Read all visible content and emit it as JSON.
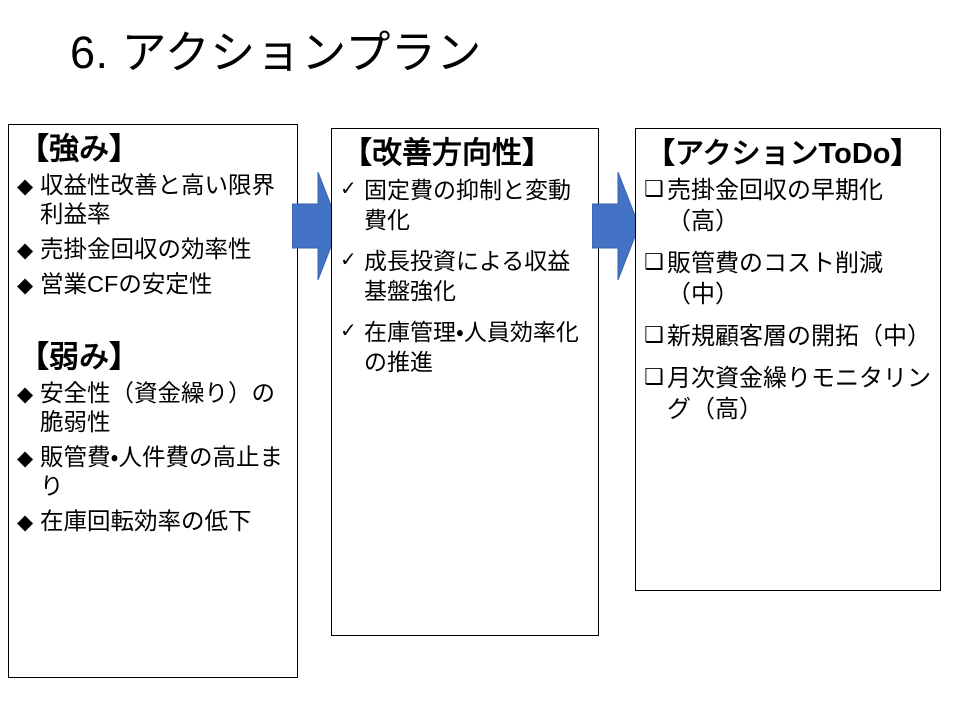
{
  "slide": {
    "title": "6. アクションプラン",
    "background_color": "#FFFFFF",
    "accent_color": "#4472C4",
    "border_color": "#000000"
  },
  "panels": [
    {
      "id": "strengths",
      "heading": "【強み】",
      "bullet_glyph": "◆",
      "items": [
        "収益性改善と高い限界利益率",
        "売掛金回収の効率性",
        "営業CFの安定性"
      ],
      "subsection": {
        "heading": "【弱み】",
        "bullet_glyph": "◆",
        "items": [
          "安全性（資金繰り）の脆弱性",
          "販管費・人件費の高止まり",
          "在庫回転効率の低下"
        ]
      }
    },
    {
      "id": "direction",
      "heading": "【改善方向性】",
      "bullet_glyph": "✓",
      "items": [
        "固定費の抑制と変動費化",
        "成長投資による収益基盤強化",
        "在庫管理・人員効率化の推進"
      ]
    },
    {
      "id": "todo",
      "heading": "【アクションToDo】",
      "bullet_glyph": "❑",
      "items": [
        "売掛金回収の早期化（高）",
        "販管費のコスト削減（中）",
        "新規顧客層の開拓（中）",
        "月次資金繰りモニタリング（高）"
      ]
    }
  ],
  "arrows": [
    {
      "id": "arrow-strengths-to-direction",
      "direction": "right",
      "color": "#4472C4"
    },
    {
      "id": "arrow-direction-to-todo",
      "direction": "right",
      "color": "#4472C4"
    }
  ]
}
